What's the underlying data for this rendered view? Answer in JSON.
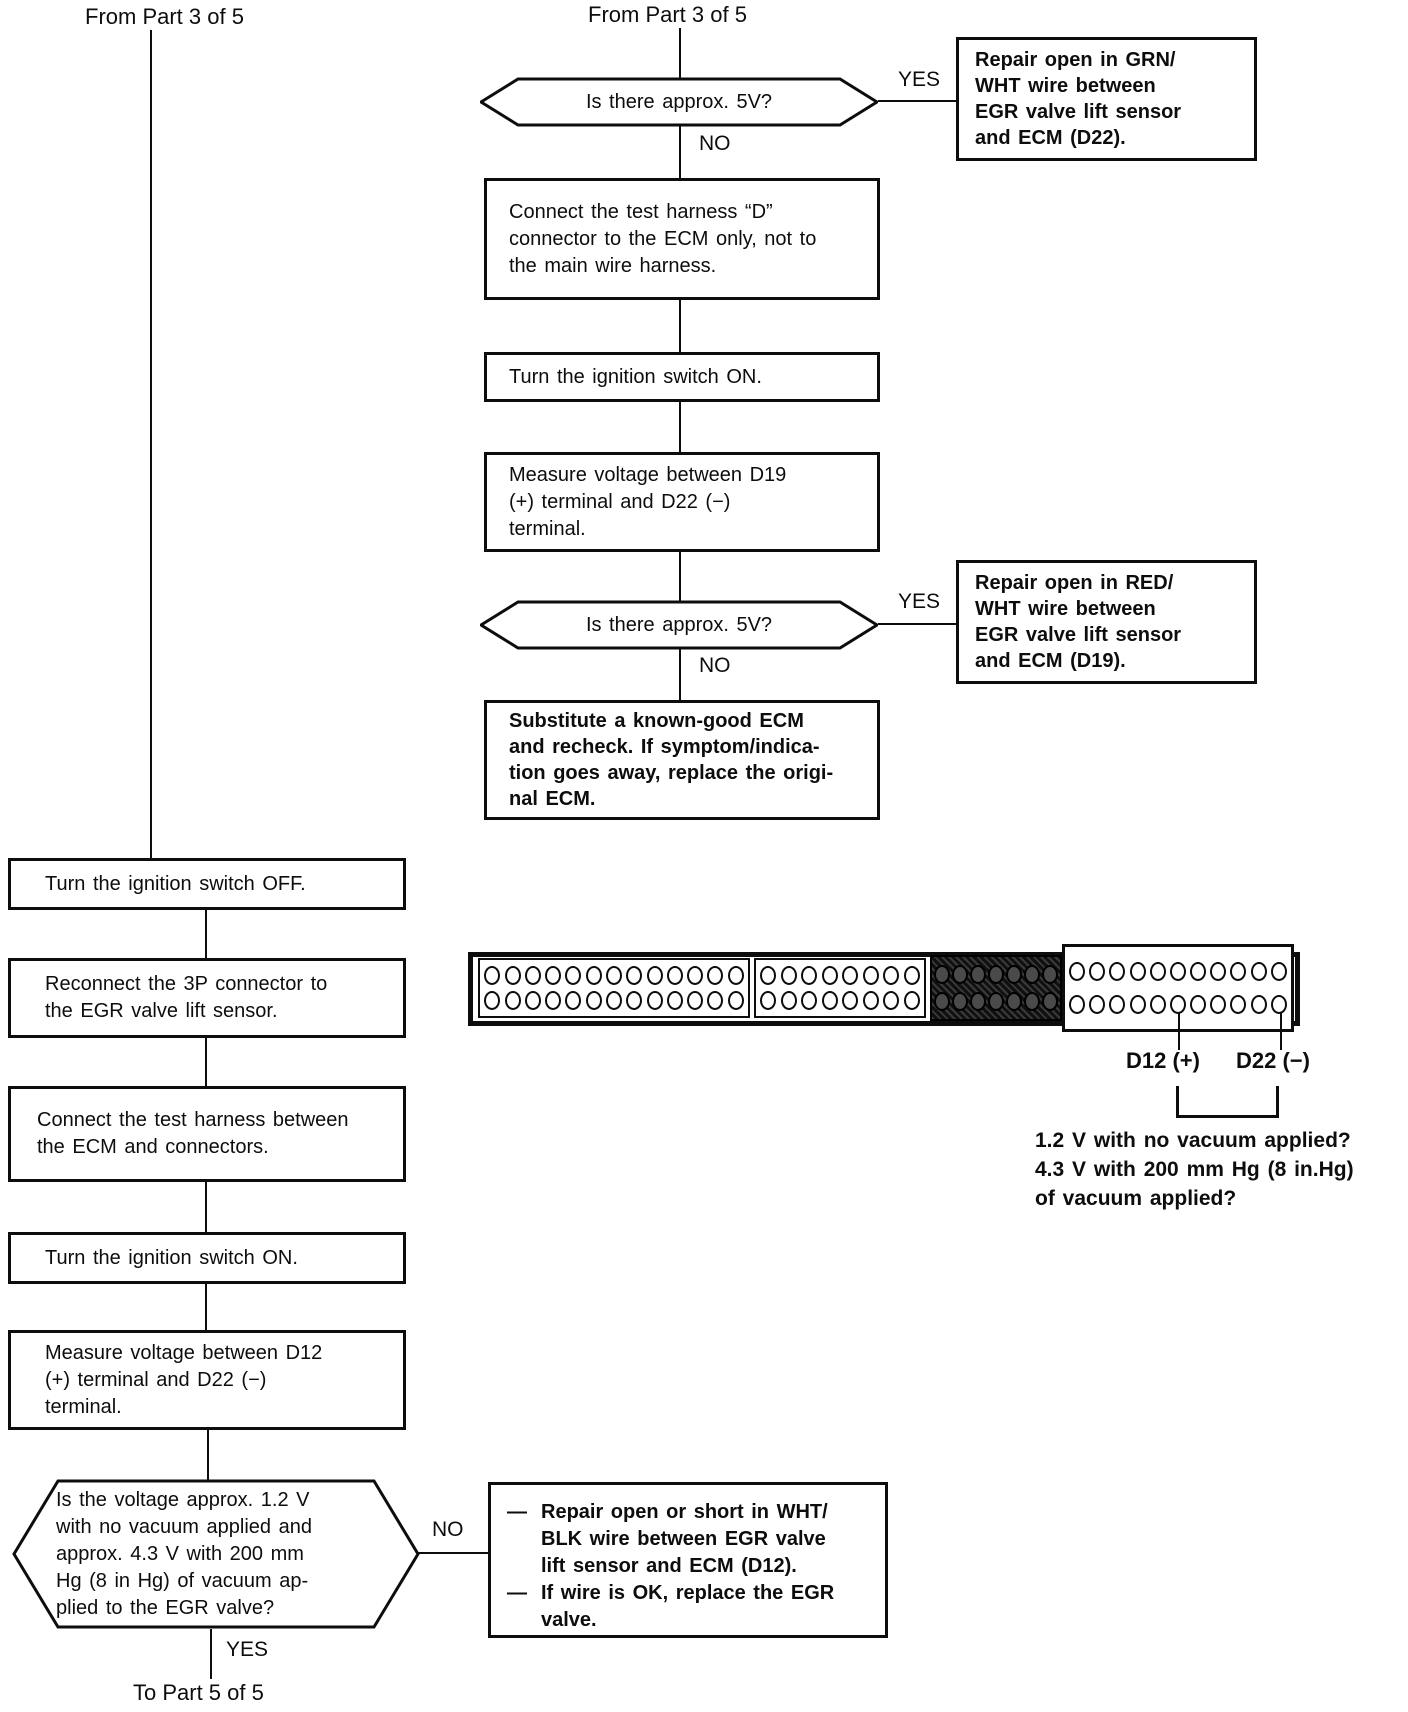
{
  "page": {
    "background": "#ffffff",
    "ink": "#0d0d0d"
  },
  "left_flow": {
    "from_label": "From Part 3 of 5",
    "box_ignition_off": "Turn the ignition switch OFF.",
    "box_reconnect": "Reconnect the 3P connector to\nthe EGR valve lift sensor.",
    "box_test_harness": "Connect the test harness between\nthe ECM and connectors.",
    "box_ignition_on": "Turn the ignition switch ON.",
    "box_measure": "Measure voltage between D12\n(+) terminal and D22 (−)\nterminal.",
    "decision": "Is the voltage approx. 1.2 V\nwith no vacuum applied and\napprox. 4.3 V with 200 mm\nHg (8 in Hg) of vacuum ap-\nplied to the EGR valve?",
    "no_label": "NO",
    "yes_label": "YES",
    "to_label": "To Part 5 of 5",
    "no_box": {
      "items": [
        {
          "bullet": "—",
          "text": "Repair open or short in WHT/\nBLK wire between EGR valve\nlift sensor and ECM (D12)."
        },
        {
          "bullet": "—",
          "text": "If wire is OK, replace the EGR\nvalve."
        }
      ]
    }
  },
  "center_flow": {
    "from_label": "From Part 3 of 5",
    "decision1": "Is there approx. 5V?",
    "decision2": "Is there approx. 5V?",
    "yes_label": "YES",
    "no_label": "NO",
    "repair_grn_box": "Repair open in GRN/\nWHT wire between\nEGR valve lift sensor\nand ECM (D22).",
    "box_connect_d": "Connect the test harness “D”\nconnector to the ECM only, not to\nthe main wire harness.",
    "box_ignition_on": "Turn the ignition switch ON.",
    "box_measure": "Measure voltage between D19\n(+) terminal and D22 (−)\nterminal.",
    "repair_red_box": "Repair open in RED/\nWHT wire between\nEGR valve lift sensor\nand ECM (D19).",
    "box_substitute": "Substitute a known-good ECM\nand recheck. If symptom/indica-\ntion goes away, replace the origi-\nnal ECM."
  },
  "connector": {
    "sections": [
      {
        "pins_per_row": 13,
        "rows": 2,
        "shaded": false
      },
      {
        "pins_per_row": 8,
        "rows": 2,
        "shaded": false
      },
      {
        "pins_per_row": 7,
        "rows": 2,
        "shaded": true
      },
      {
        "pins_per_row": 11,
        "rows": 2,
        "shaded": false
      }
    ],
    "pin_label_positive": "D12 (+)",
    "pin_label_negative": "D22 (−)",
    "question": "1.2 V with no vacuum applied?\n4.3 V with 200 mm Hg (8 in.Hg)\nof vacuum applied?"
  }
}
